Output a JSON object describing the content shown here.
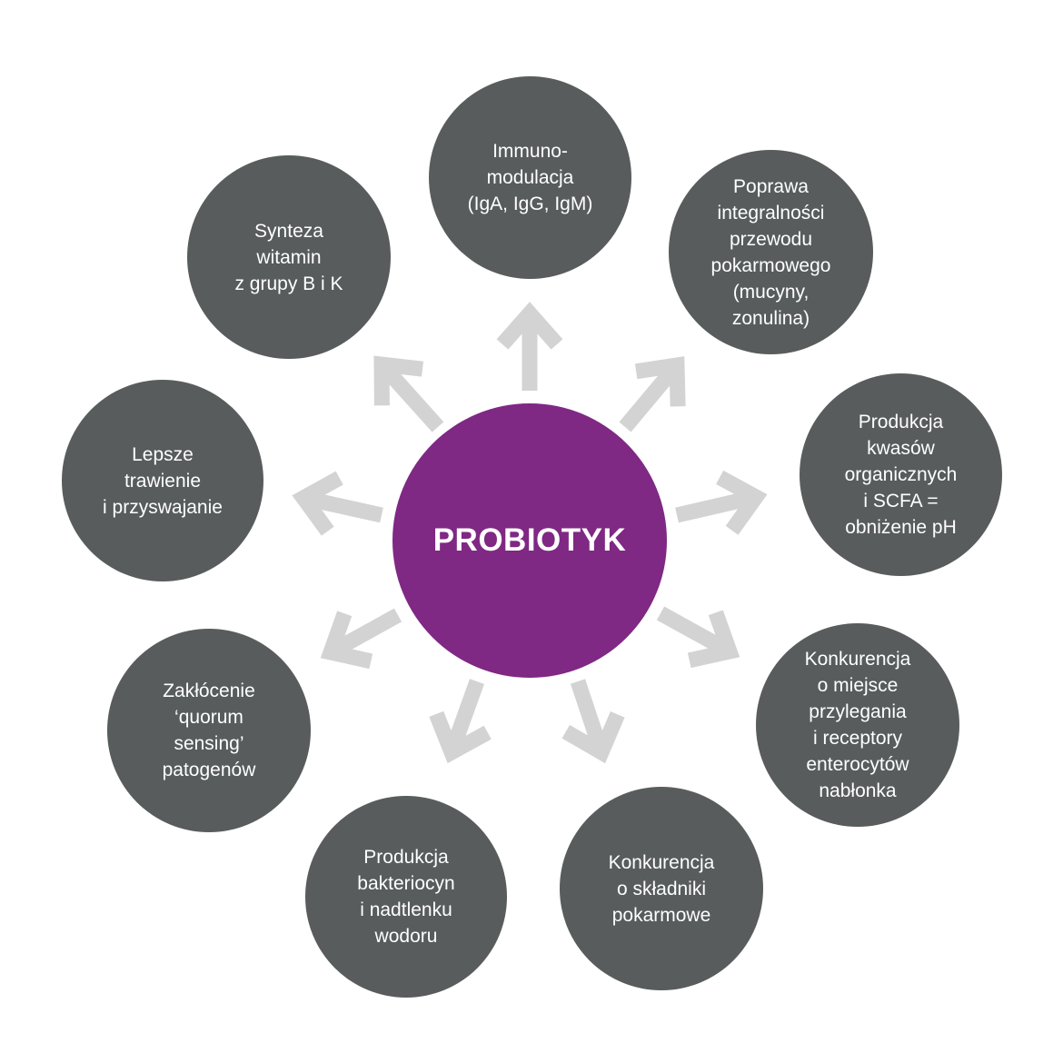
{
  "center": {
    "label": "PROBIOTYK",
    "color": "#7f2884"
  },
  "node_color": "#585c5c",
  "arrow_color": "#d3d3d3",
  "nodes": [
    {
      "id": "immunomodulation",
      "label": "Immuno-\nmodulacja\n(IgA, IgG, IgM)"
    },
    {
      "id": "gut-integrity",
      "label": "Poprawa\nintegralności\nprzewodu\npokarmowego\n(mucyny,\nzonulina)"
    },
    {
      "id": "organic-acids",
      "label": "Produkcja\nkwasów\norganicznych\ni SCFA =\nobniżenie pH"
    },
    {
      "id": "adhesion-competition",
      "label": "Konkurencja\no miejsce\nprzylegania\ni receptory\nenterocytów\nnabłonka"
    },
    {
      "id": "nutrient-competition",
      "label": "Konkurencja\no składniki\npokarmowe"
    },
    {
      "id": "bacteriocins",
      "label": "Produkcja\nbakteriocyn\ni nadtlenku\nwodoru"
    },
    {
      "id": "quorum-sensing",
      "label": "Zakłócenie\n‘quorum\nsensing’\npatogenów"
    },
    {
      "id": "digestion",
      "label": "Lepsze\ntrawienie\ni przyswajanie"
    },
    {
      "id": "vitamins",
      "label": "Synteza\nwitamin\nz grupy B i K"
    }
  ]
}
